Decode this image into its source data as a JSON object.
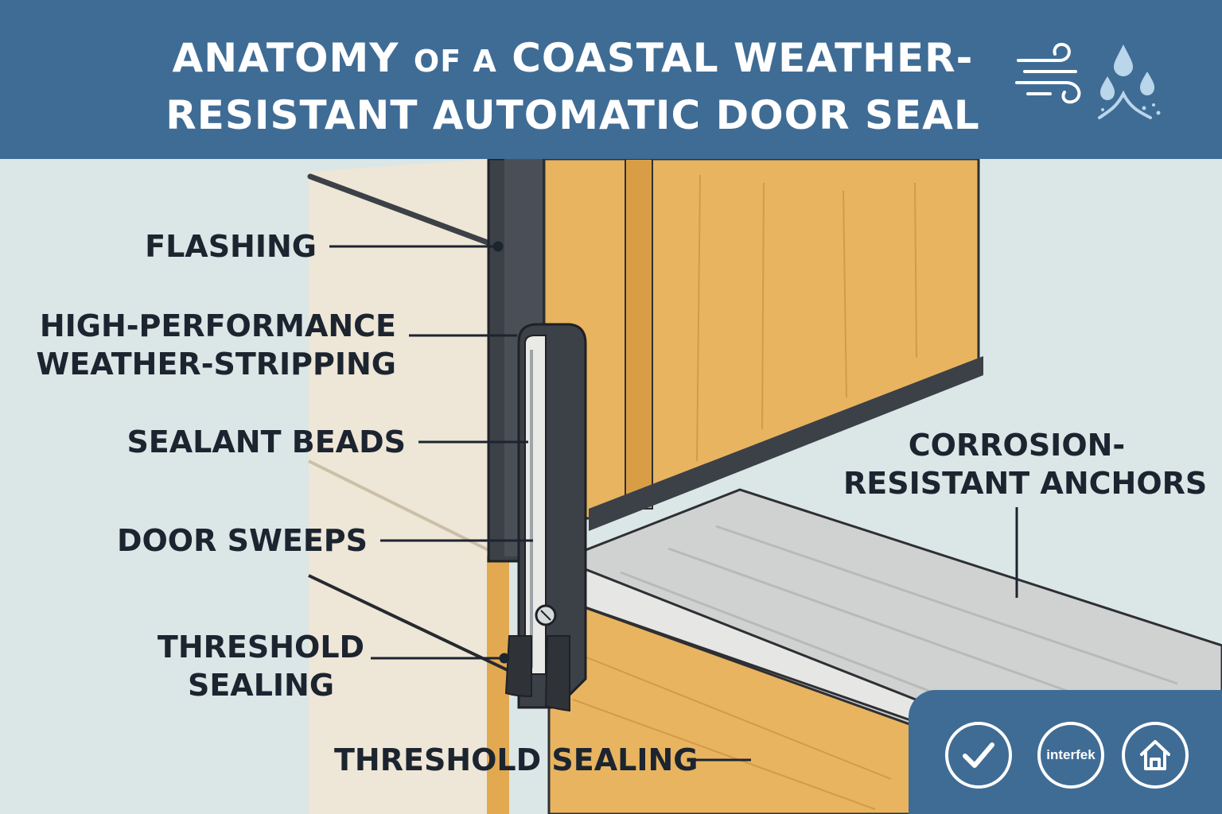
{
  "title": {
    "line1_a": "ANATOMY ",
    "line1_b": "OF A",
    "line1_c": " COASTAL WEATHER-",
    "line2": "RESISTANT AUTOMATIC DOOR SEAL"
  },
  "icons": {
    "header": [
      "wind-icon",
      "water-drops-icon"
    ],
    "badges": [
      "checkmark-icon",
      "house-icon"
    ]
  },
  "labels": {
    "flashing": "FLASHING",
    "weather_stripping_1": "HIGH-PERFORMANCE",
    "weather_stripping_2": "WEATHER-STRIPPING",
    "sealant_beads": "SEALANT BEADS",
    "door_sweeps": "DOOR SWEEPS",
    "threshold_sealing_1": "THRESHOLD",
    "threshold_sealing_2": "SEALING",
    "anchors_1": "CORROSION-",
    "anchors_2": "RESISTANT ANCHORS",
    "threshold_sealing_bottom": "THRESHOLD SEALING"
  },
  "certifications": {
    "intertek": "interfek"
  },
  "colors": {
    "header": "#3f6c95",
    "background": "#dbe6e7",
    "door": "#e8b460",
    "frame": "#3c4047",
    "threshold": "#cfd2d1",
    "text": "#1c2430"
  }
}
